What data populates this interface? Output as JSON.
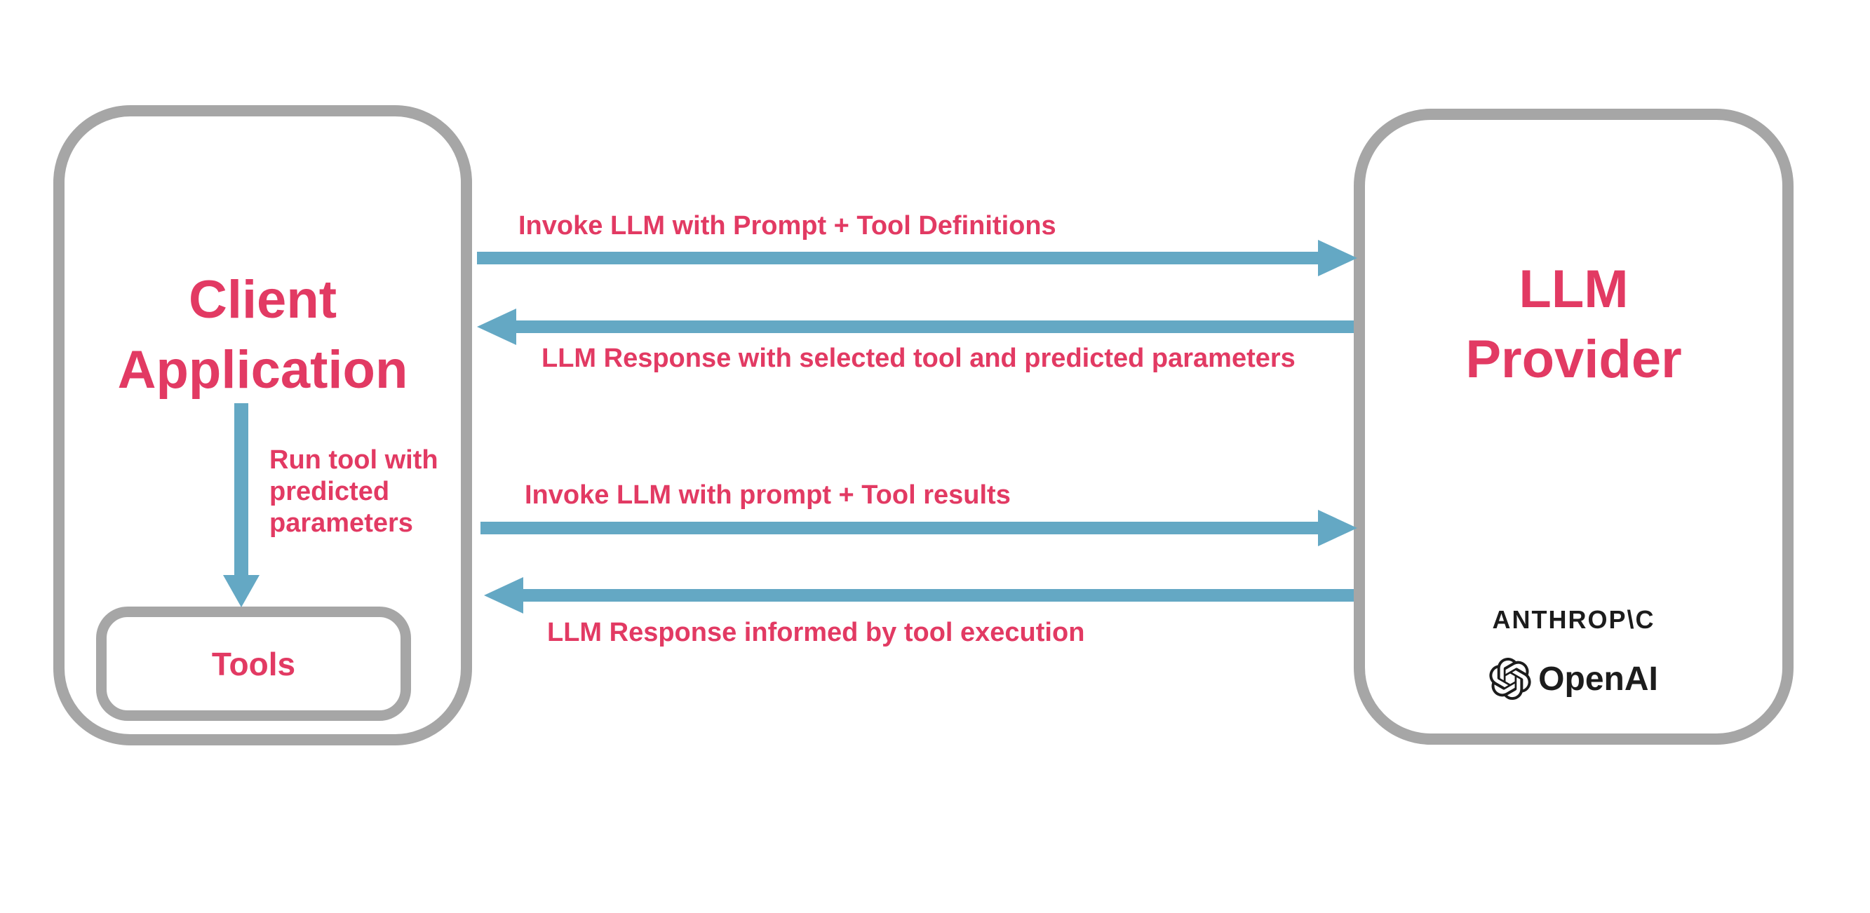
{
  "canvas": {
    "background": "#ffffff"
  },
  "colors": {
    "accent_pink": "#e23a63",
    "arrow_blue": "#64a8c4",
    "box_gray": "#a6a6a6",
    "logo_black": "#1c1c1c"
  },
  "client_box": {
    "title_lines": [
      "Client",
      "Application"
    ]
  },
  "tools_box": {
    "label": "Tools"
  },
  "run_tool_note": {
    "lines": [
      "Run tool with",
      "predicted",
      "parameters"
    ]
  },
  "llm_box": {
    "title_lines": [
      "LLM",
      "Provider"
    ],
    "anthropic_wordmark": "ANTHROP\\C",
    "openai_wordmark": "OpenAI",
    "icons": {
      "openai_logo": "openai-flower-icon"
    }
  },
  "messages": {
    "invoke_1": "Invoke LLM with Prompt + Tool Definitions",
    "response_1": "LLM Response with selected tool and predicted parameters",
    "invoke_2": "Invoke LLM with prompt + Tool results",
    "response_2": "LLM Response informed by tool execution"
  }
}
